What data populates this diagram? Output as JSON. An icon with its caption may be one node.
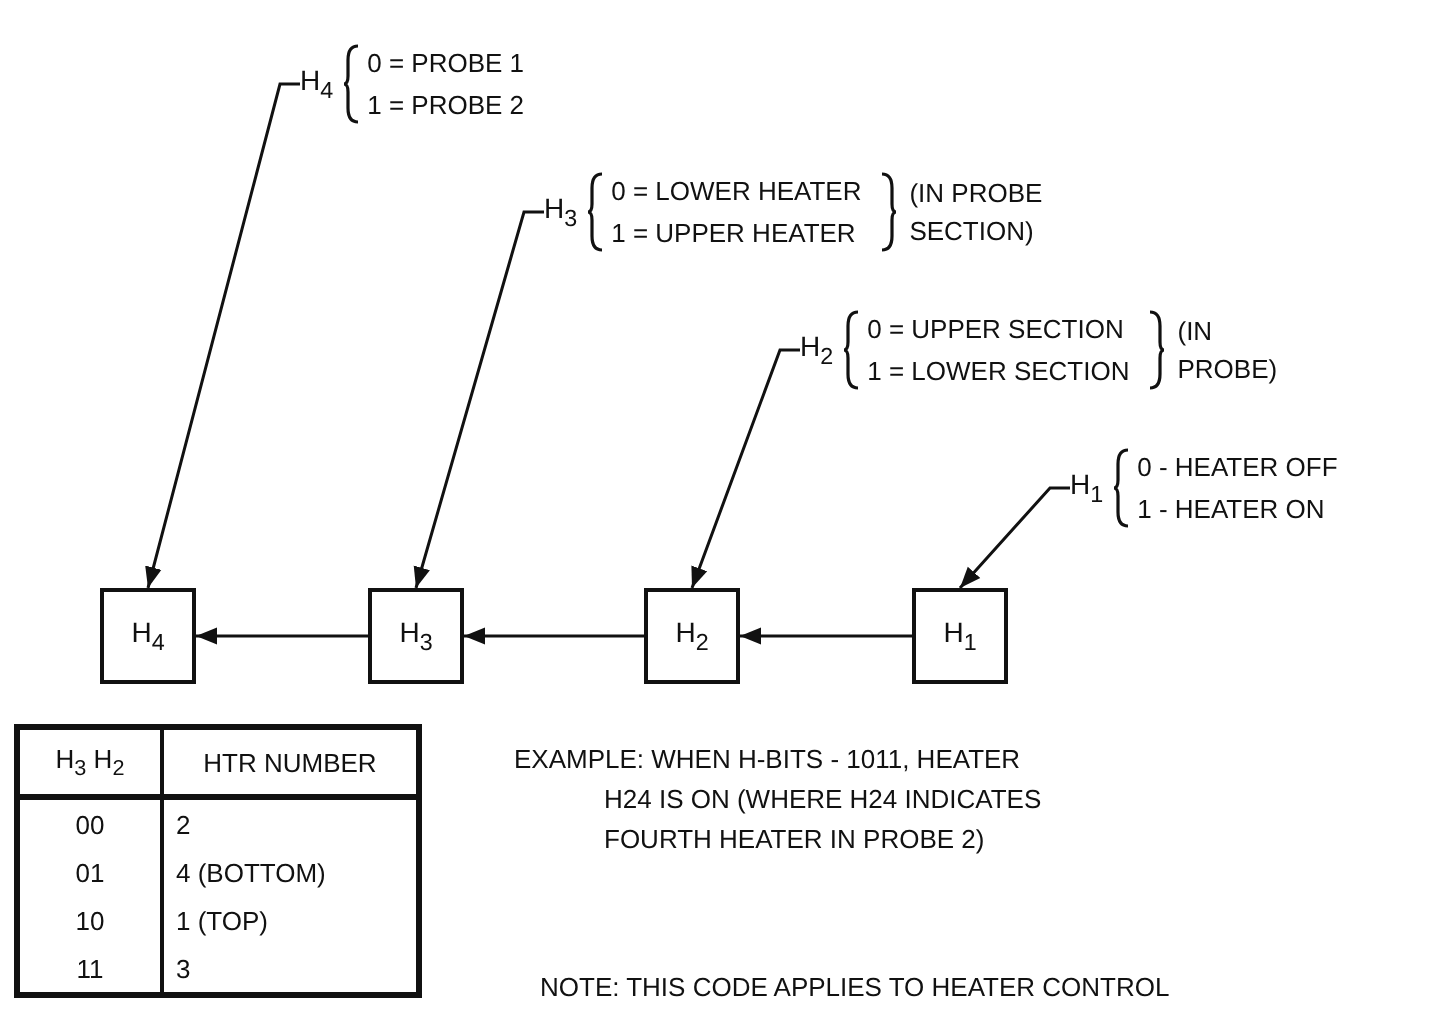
{
  "diagram": {
    "nodes": [
      {
        "text": [
          "H$_{4}$",
          "0 = PROBE 1",
          "1 = PROBE 2"
        ]
      },
      {
        "text": [
          "H$_{3}$",
          "0 = LOWER HEATER",
          "1 = UPPER HEATER",
          "(IN PROBE SECTION)"
        ]
      },
      {
        "text": [
          "H$_{2}$",
          "0 = UPPER SECTION",
          "1 = LOWER SECTION",
          "(IN PROBE)"
        ]
      },
      {
        "text": [
          "H$_{1}$",
          "0 - HEATER OFF",
          "1 - HEATER ON"
        ]
      },
      {
        "text": [
          "H$_{4}$"
        ]
      },
      {
        "text": [
          "H$_{3}$"
        ]
      },
      {
        "text": [
          "H$_{2}$"
        ]
      },
      {
        "text": [
          "H$_{1}$"
        ]
      }
    ],
    "edges": [
      {
        "from": 0,
        "to": 4,
        "arrow": "to"
      },
      {
        "from": 1,
        "to": 5,
        "arrow": "to"
      },
      {
        "from": 2,
        "to": 6,
        "arrow": "to"
      },
      {
        "from": 3,
        "to": 7,
        "arrow": "to"
      },
      {
        "from": 7,
        "to": 6,
        "arrow": "to"
      },
      {
        "from": 6,
        "to": 5,
        "arrow": "to"
      },
      {
        "from": 5,
        "to": 4,
        "arrow": "to"
      }
    ],
    "labels": [
      "H$_{3}$ H$_{2}$",
      "HTR NUMBER",
      "00",
      "2",
      "01",
      "4 (BOTTOM)",
      "10",
      "1 (TOP)",
      "11",
      "3",
      "EXAMPLE: WHEN H-BITS - 1011, HEATER H24 IS ON (WHERE H24 INDICATES FOURTH HEATER IN PROBE 2)",
      "NOTE: THIS CODE APPLIES TO HEATER CONTROL"
    ]
  }
}
